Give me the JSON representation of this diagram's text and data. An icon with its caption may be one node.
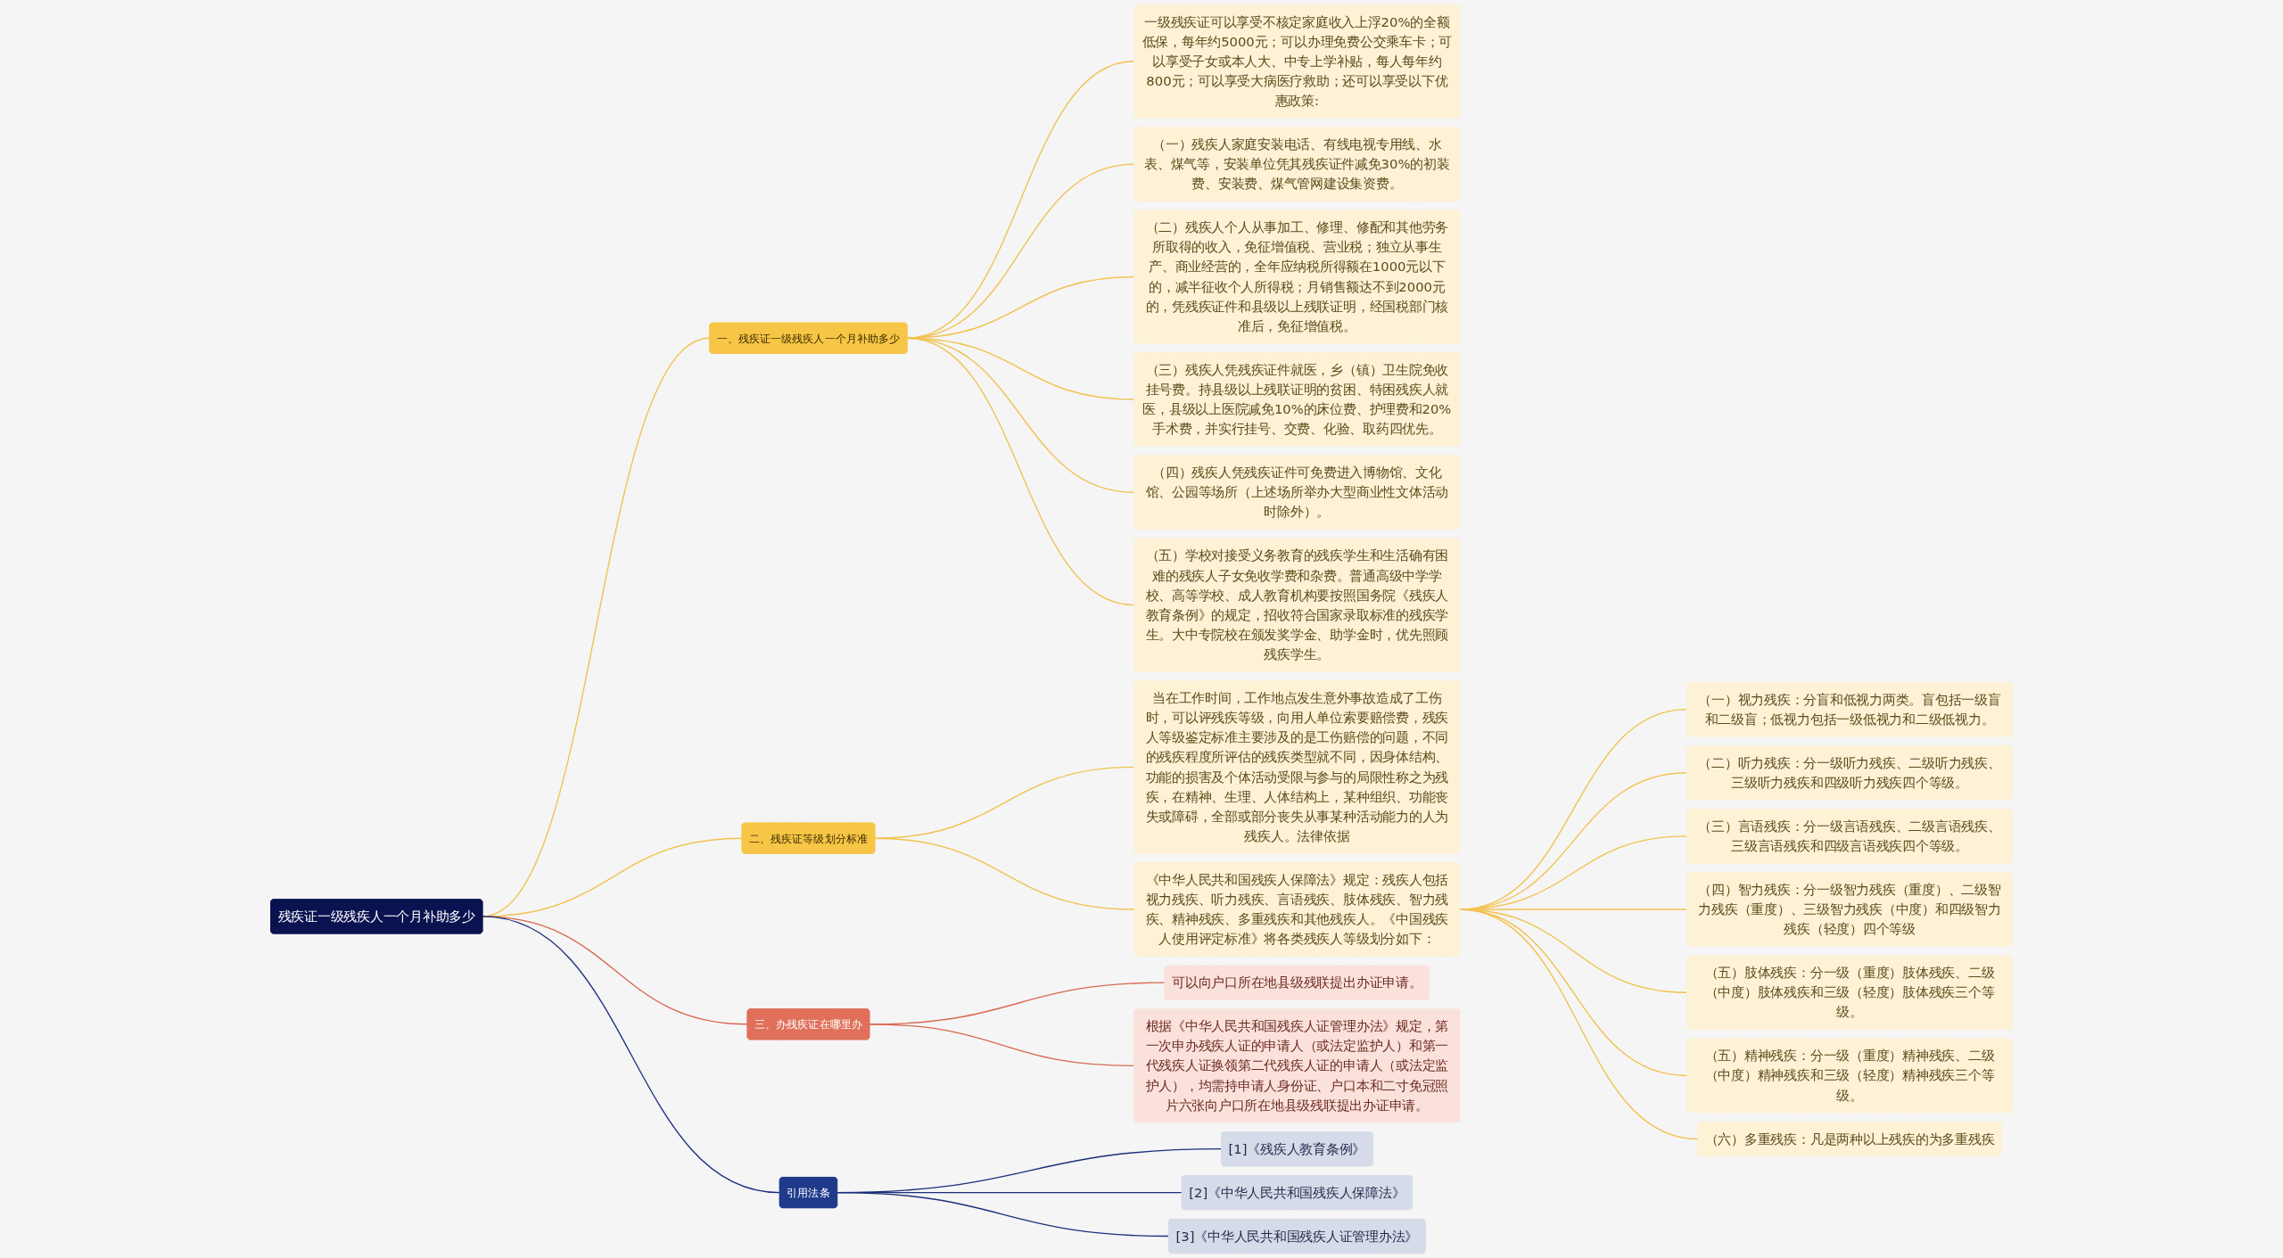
{
  "diagram": {
    "nodes": [
      {
        "text": [
          "残疾证一级残疾人一个月补助多少"
        ]
      },
      {
        "text": [
          "一、残疾证一级残疾人一个月补助多少"
        ]
      },
      {
        "text": [
          "一级残疾证可以享受不核定家庭收入上浮20%的全额低保，每年约5000元；可以办理免费公交乘车卡；可以享受子女或本人大、中专上学补贴，每人每年约800元；可以享受大病医疗救助；还可以享受以下优惠政策:"
        ]
      },
      {
        "text": [
          "（一）残疾人家庭安装电话、有线电视专用线、水表、煤气等，安装单位凭其残疾证件减免30%的初装费、安装费、煤气管网建设集资费。"
        ]
      },
      {
        "text": [
          "（二）残疾人个人从事加工、修理、修配和其他劳务所取得的收入，免征增值税、营业税；独立从事生产、商业经营的，全年应纳税所得额在1000元以下的，减半征收个人所得税；月销售额达不到2000元的，凭残疾证件和县级以上残联证明，经国税部门核准后，免征增值税。"
        ]
      },
      {
        "text": [
          "（三）残疾人凭残疾证件就医，乡（镇）卫生院免收挂号费。持县级以上残联证明的贫困、特困残疾人就医，县级以上医院减免10%的床位费、护理费和20%手术费，并实行挂号、交费、化验、取药四优先。"
        ]
      },
      {
        "text": [
          "（四）残疾人凭残疾证件可免费进入博物馆、文化馆、公园等场所（上述场所举办大型商业性文体活动时除外）。"
        ]
      },
      {
        "text": [
          "（五）学校对接受义务教育的残疾学生和生活确有困难的残疾人子女免收学费和杂费。普通高级中学学校、高等学校、成人教育机构要按照国务院《残疾人教育条例》的规定，招收符合国家录取标准的残疾学生。大中专院校在颁发奖学金、助学金时，优先照顾残疾学生。"
        ]
      },
      {
        "text": [
          "二、残疾证等级划分标准"
        ]
      },
      {
        "text": [
          "当在工作时间，工作地点发生意外事故造成了工伤时，可以评残疾等级，向用人单位索要赔偿费，残疾人等级鉴定标准主要涉及的是工伤赔偿的问题，不同的残疾程度所评估的残疾类型就不同，因身体结构、功能的损害及个体活动受限与参与的局限性称之为残疾，在精神、生理、人体结构上，某种组织、功能丧失或障碍，全部或部分丧失从事某种活动能力的人为残疾人。法律依据"
        ]
      },
      {
        "text": [
          "《中华人民共和国残疾人保障法》规定：残疾人包括视力残疾、听力残疾、言语残疾、肢体残疾、智力残疾、精神残疾、多重残疾和其他残疾人。《中国残疾人使用评定标准》将各类残疾人等级划分如下："
        ]
      },
      {
        "text": [
          "（一）视力残疾：分盲和低视力两类。盲包括一级盲和二级盲；低视力包括一级低视力和二级低视力。"
        ]
      },
      {
        "text": [
          "（二）听力残疾：分一级听力残疾、二级听力残疾、三级听力残疾和四级听力残疾四个等级。"
        ]
      },
      {
        "text": [
          "（三）言语残疾：分一级言语残疾、二级言语残疾、三级言语残疾和四级言语残疾四个等级。"
        ]
      },
      {
        "text": [
          "（四）智力残疾：分一级智力残疾（重度）、二级智力残疾（重度）、三级智力残疾（中度）和四级智力残疾（轻度）四个等级"
        ]
      },
      {
        "text": [
          "（五）肢体残疾：分一级（重度）肢体残疾、二级（中度）肢体残疾和三级（轻度）肢体残疾三个等级。"
        ]
      },
      {
        "text": [
          "（五）精神残疾：分一级（重度）精神残疾、二级（中度）精神残疾和三级（轻度）精神残疾三个等级。"
        ]
      },
      {
        "text": [
          "（六）多重残疾：凡是两种以上残疾的为多重残疾"
        ]
      },
      {
        "text": [
          "三、办残疾证在哪里办"
        ]
      },
      {
        "text": [
          "可以向户口所在地县级残联提出办证申请。"
        ]
      },
      {
        "text": [
          "根据《中华人民共和国残疾人证管理办法》规定，第一次申办残疾人证的申请人（或法定监护人）和第一代残疾人证换领第二代残疾人证的申请人（或法定监护人），均需持申请人身份证、户口本和二寸免冠照片六张向户口所在地县级残联提出办证申请。"
        ]
      },
      {
        "text": [
          "引用法条"
        ]
      },
      {
        "text": [
          "[1]《残疾人教育条例》"
        ]
      },
      {
        "text": [
          "[2]《中华人民共和国残疾人保障法》"
        ]
      },
      {
        "text": [
          "[3]《中华人民共和国残疾人证管理办法》"
        ]
      }
    ],
    "edges": [
      {
        "from": 0,
        "to": 1,
        "arrow": "none"
      },
      {
        "from": 1,
        "to": 2,
        "arrow": "none"
      },
      {
        "from": 1,
        "to": 3,
        "arrow": "none"
      },
      {
        "from": 1,
        "to": 4,
        "arrow": "none"
      },
      {
        "from": 1,
        "to": 5,
        "arrow": "none"
      },
      {
        "from": 1,
        "to": 6,
        "arrow": "none"
      },
      {
        "from": 1,
        "to": 7,
        "arrow": "none"
      },
      {
        "from": 0,
        "to": 8,
        "arrow": "none"
      },
      {
        "from": 8,
        "to": 9,
        "arrow": "none"
      },
      {
        "from": 8,
        "to": 10,
        "arrow": "none"
      },
      {
        "from": 10,
        "to": 11,
        "arrow": "none"
      },
      {
        "from": 10,
        "to": 12,
        "arrow": "none"
      },
      {
        "from": 10,
        "to": 13,
        "arrow": "none"
      },
      {
        "from": 10,
        "to": 14,
        "arrow": "none"
      },
      {
        "from": 10,
        "to": 15,
        "arrow": "none"
      },
      {
        "from": 10,
        "to": 16,
        "arrow": "none"
      },
      {
        "from": 10,
        "to": 17,
        "arrow": "none"
      },
      {
        "from": 0,
        "to": 18,
        "arrow": "none",
        "color": "#d9684f"
      },
      {
        "from": 18,
        "to": 19,
        "arrow": "none",
        "color": "#d9684f"
      },
      {
        "from": 18,
        "to": 20,
        "arrow": "none",
        "color": "#d9684f"
      },
      {
        "from": 0,
        "to": 21,
        "arrow": "none",
        "color": "#1b2f7a"
      },
      {
        "from": 21,
        "to": 22,
        "arrow": "none",
        "color": "#1b2f7a"
      },
      {
        "from": 21,
        "to": 23,
        "arrow": "none",
        "color": "#1b2f7a"
      },
      {
        "from": 21,
        "to": 24,
        "arrow": "none",
        "color": "#1b2f7a"
      }
    ]
  }
}
